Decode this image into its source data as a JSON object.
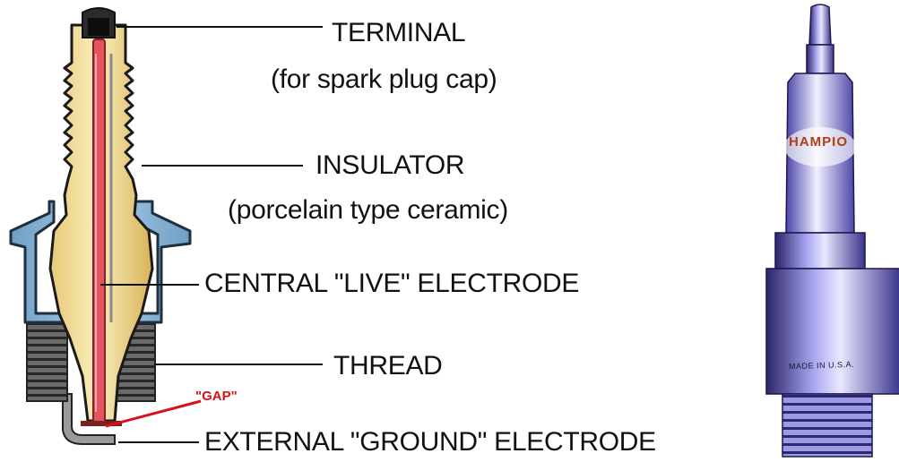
{
  "labels": {
    "terminal": "TERMINAL",
    "terminal_sub": "(for spark plug cap)",
    "insulator": "INSULATOR",
    "insulator_sub": "(porcelain type ceramic)",
    "central_electrode": "CENTRAL \"LIVE\" ELECTRODE",
    "thread": "THREAD",
    "gap": "\"GAP\"",
    "ground_electrode": "EXTERNAL \"GROUND\" ELECTRODE"
  },
  "photo": {
    "brand_text": "HAMPIO",
    "shell_text": "MADE IN U.S.A."
  },
  "colors": {
    "insulator": "#f4e3a6",
    "insulator_shade": "#d8b964",
    "electrode": "#e25560",
    "shell": "#8ab5d8",
    "shell_dark": "#3f6a8c",
    "thread": "#5f5f5f",
    "gap_line": "#d8121b",
    "photo_body": "#8a88e6"
  }
}
